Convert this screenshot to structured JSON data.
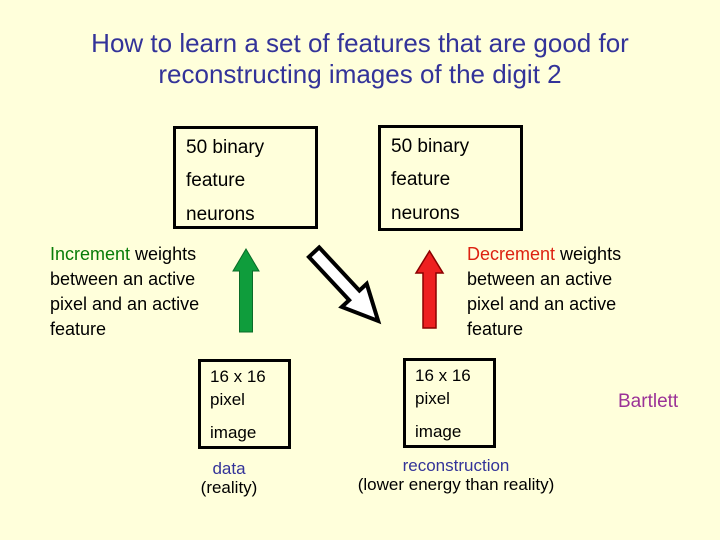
{
  "colors": {
    "background": "#FFFFDB",
    "title_navy": "#333399",
    "text_black": "#000000",
    "increment_green": "#077C07",
    "decrement_red": "#DD2211",
    "arrow_green": "#0F9D3C",
    "arrow_green_edge": "#0A6B28",
    "arrow_red": "#EE2020",
    "arrow_red_edge": "#8B0000",
    "arrow_white": "#FFFFFF",
    "arrow_white_edge": "#000000",
    "credit_magenta": "#9B3297",
    "box_border": "#000000"
  },
  "title": {
    "line1": "How to learn a set of features that are good for",
    "line2": "reconstructing images of the digit 2"
  },
  "feature_box_left": {
    "line1": "50 binary",
    "line2": "feature",
    "line3": "neurons"
  },
  "feature_box_right": {
    "line1": "50 binary",
    "line2": "feature",
    "line3": "neurons"
  },
  "increment_note": {
    "highlight": "Increment",
    "line1_rest": " weights",
    "line2": "between an active",
    "line3": "pixel and an active",
    "line4": "feature"
  },
  "decrement_note": {
    "highlight": "Decrement",
    "line1_rest": " weights",
    "line2": "between an active",
    "line3": "pixel and an active",
    "line4": "feature"
  },
  "pixel_box_left": {
    "line1": "16 x 16",
    "line2": "pixel",
    "line3": "image"
  },
  "pixel_box_right": {
    "line1": "16 x 16",
    "line2": "pixel",
    "line3": "image"
  },
  "caption_data": {
    "title": "data",
    "subtitle": "(reality)"
  },
  "caption_reconstruction": {
    "title": "reconstruction",
    "subtitle": "(lower energy than reality)"
  },
  "credit": "Bartlett",
  "icons": {
    "increment_arrow": "green-up-arrow",
    "decrement_arrow": "red-up-arrow",
    "reconstruction_arrow": "white-diagonal-down-right-arrow"
  }
}
